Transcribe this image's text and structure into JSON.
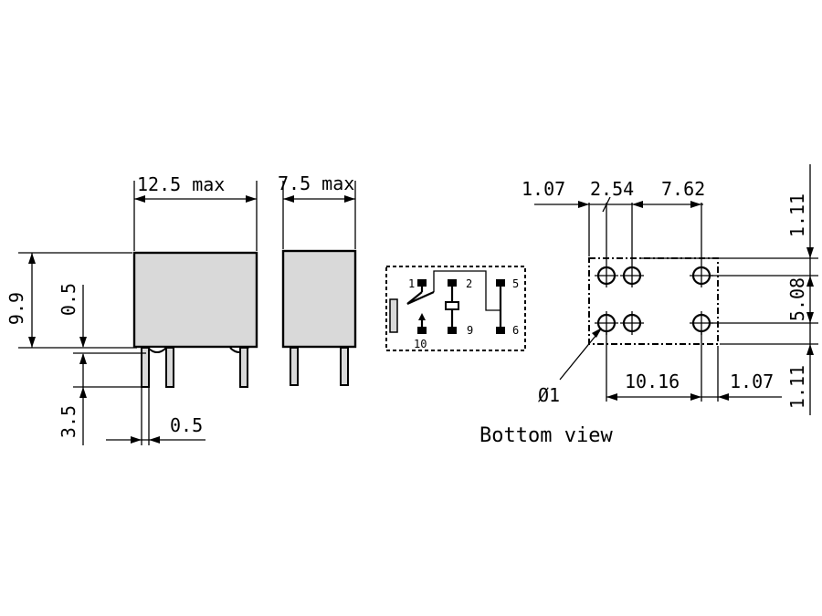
{
  "front_view": {
    "width_label": "12.5 max",
    "height_label": "9.9",
    "standoff_label": "0.5",
    "pin_length_label": "3.5",
    "pin_thickness_label": "0.5"
  },
  "side_view": {
    "width_label": "7.5 max"
  },
  "schematic": {
    "pin_labels": [
      "1",
      "2",
      "5",
      "10",
      "9",
      "6"
    ]
  },
  "bottom_view": {
    "caption": "Bottom view",
    "dim_1_07_top": "1.07",
    "dim_2_54": "2.54",
    "dim_7_62": "7.62",
    "dim_1_11_top": "1.11",
    "dim_5_08": "5.08",
    "dim_1_11_bottom": "1.11",
    "dim_10_16": "10.16",
    "dim_1_07_bottom": "1.07",
    "hole_diameter_label": "Ø1"
  }
}
